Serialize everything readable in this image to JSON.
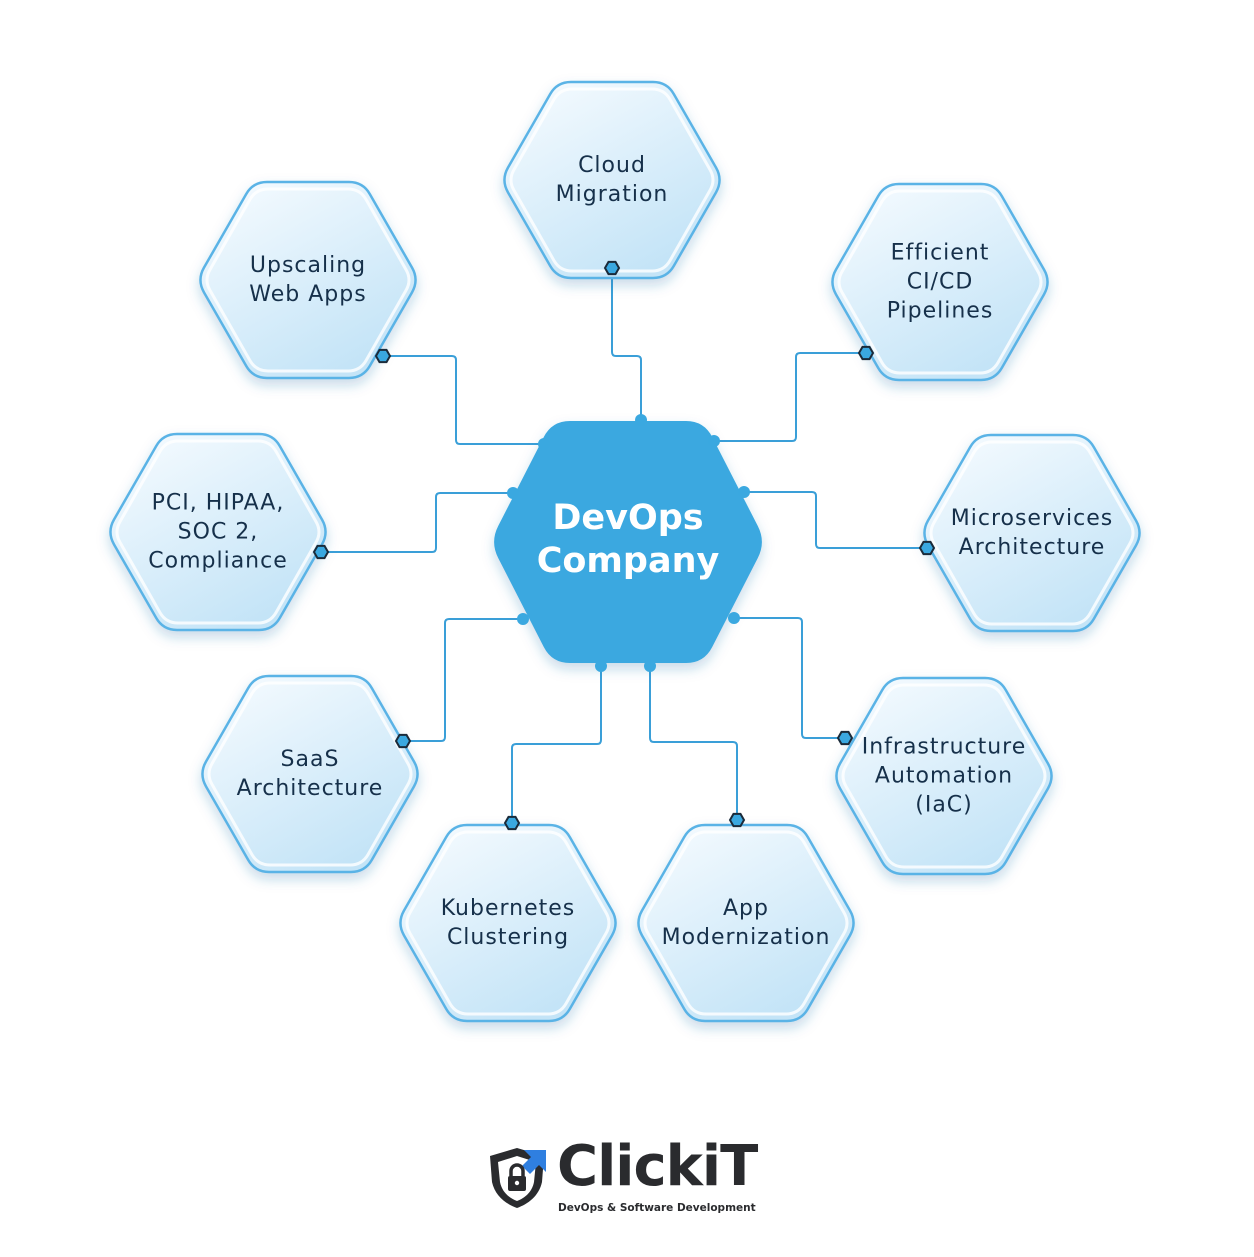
{
  "center": {
    "line1": "DevOps",
    "line2": "Company"
  },
  "nodes": [
    {
      "id": "cloud-migration",
      "lines": [
        "Cloud",
        "Migration"
      ]
    },
    {
      "id": "efficient-cicd",
      "lines": [
        "Efficient",
        "CI/CD",
        "Pipelines"
      ]
    },
    {
      "id": "microservices",
      "lines": [
        "Microservices",
        "Architecture"
      ]
    },
    {
      "id": "infrastructure-automation",
      "lines": [
        "Infrastructure",
        "Automation",
        "(IaC)"
      ]
    },
    {
      "id": "app-modernization",
      "lines": [
        "App",
        "Modernization"
      ]
    },
    {
      "id": "kubernetes",
      "lines": [
        "Kubernetes",
        "Clustering"
      ]
    },
    {
      "id": "saas",
      "lines": [
        "SaaS",
        "Architecture"
      ]
    },
    {
      "id": "compliance",
      "lines": [
        "PCI, HIPAA,",
        "SOC 2,",
        "Compliance"
      ]
    },
    {
      "id": "upscaling",
      "lines": [
        "Upscaling",
        "Web Apps"
      ]
    }
  ],
  "logo": {
    "name": "ClickiT",
    "tagline": "DevOps & Software Development"
  },
  "colors": {
    "center": "#3aa8e0",
    "node_border": "#5ab3e6",
    "node_fill_top": "#f6fbfe",
    "node_fill_bottom": "#c7e6f8",
    "line": "#3a9fd8",
    "text": "#16304a",
    "logo_blue": "#2f7fe0"
  }
}
